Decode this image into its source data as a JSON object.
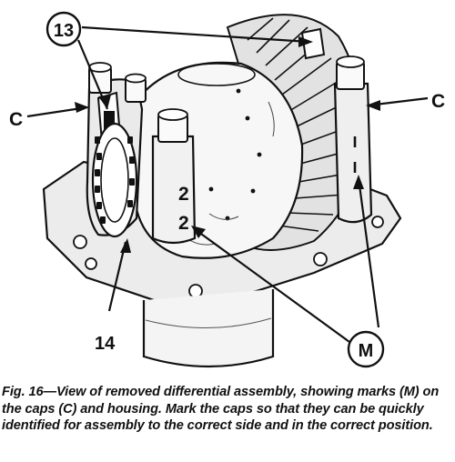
{
  "figure": {
    "callouts": {
      "part_13": "13",
      "cap_left": "C",
      "cap_right": "C",
      "part_14": "14",
      "marks": "M"
    },
    "cap_marks": {
      "front_cap_upper": "2",
      "housing_lower": "2"
    },
    "colors": {
      "ink": "#111111",
      "paper": "#ffffff"
    }
  },
  "caption": {
    "text": "Fig. 16—View of removed differential assembly, showing marks (M) on the caps (C) and housing. Mark the caps so that they can be quickly identified for assembly to the correct side and in the correct position."
  }
}
